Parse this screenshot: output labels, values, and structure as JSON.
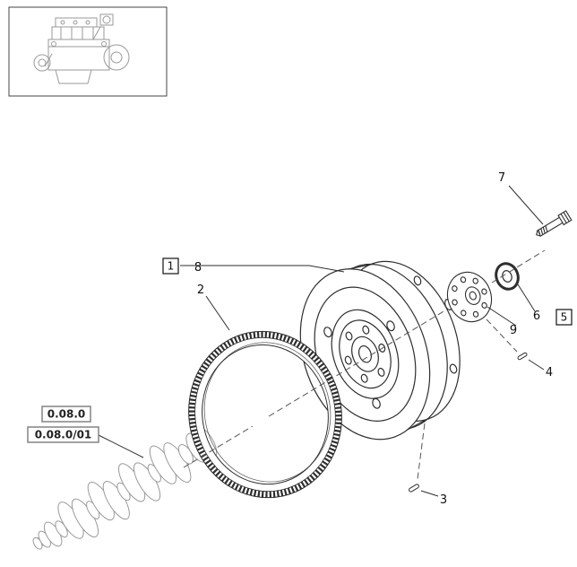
{
  "colors": {
    "background": "#ffffff",
    "part_line": "#2e2e2e",
    "reference_sketch": "#9a9a9a",
    "centerline_dash": "#555555",
    "label_text": "#111111"
  },
  "callouts": {
    "c1": "1",
    "c2": "2",
    "c3": "3",
    "c4": "4",
    "c5": "5",
    "c6": "6",
    "c7": "7",
    "c8": "8",
    "c9": "9"
  },
  "references": {
    "current_section": "0.08.0",
    "related_section": "0.08.0/01"
  }
}
